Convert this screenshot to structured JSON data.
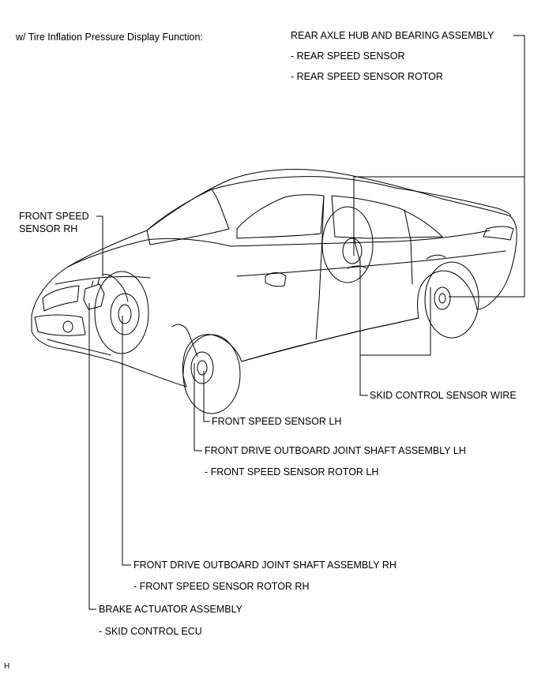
{
  "header": "w/ Tire Inflation Pressure Display Function:",
  "labels": {
    "rear_hub": "REAR AXLE HUB AND BEARING ASSEMBLY",
    "rear_speed_sensor": "- REAR SPEED SENSOR",
    "rear_speed_sensor_rotor": "- REAR SPEED SENSOR ROTOR",
    "front_speed_sensor_rh_1": "FRONT SPEED",
    "front_speed_sensor_rh_2": "SENSOR RH",
    "skid_control_sensor_wire": "SKID CONTROL SENSOR WIRE",
    "front_speed_sensor_lh": "FRONT SPEED SENSOR LH",
    "front_drive_shaft_lh": "FRONT DRIVE OUTBOARD JOINT SHAFT ASSEMBLY LH",
    "front_speed_sensor_rotor_lh": "- FRONT SPEED SENSOR ROTOR LH",
    "front_drive_shaft_rh": "FRONT DRIVE OUTBOARD JOINT SHAFT ASSEMBLY RH",
    "front_speed_sensor_rotor_rh": "- FRONT SPEED SENSOR ROTOR RH",
    "brake_actuator": "BRAKE ACTUATOR ASSEMBLY",
    "skid_control_ecu": "- SKID CONTROL ECU"
  },
  "corner_mark": "H"
}
